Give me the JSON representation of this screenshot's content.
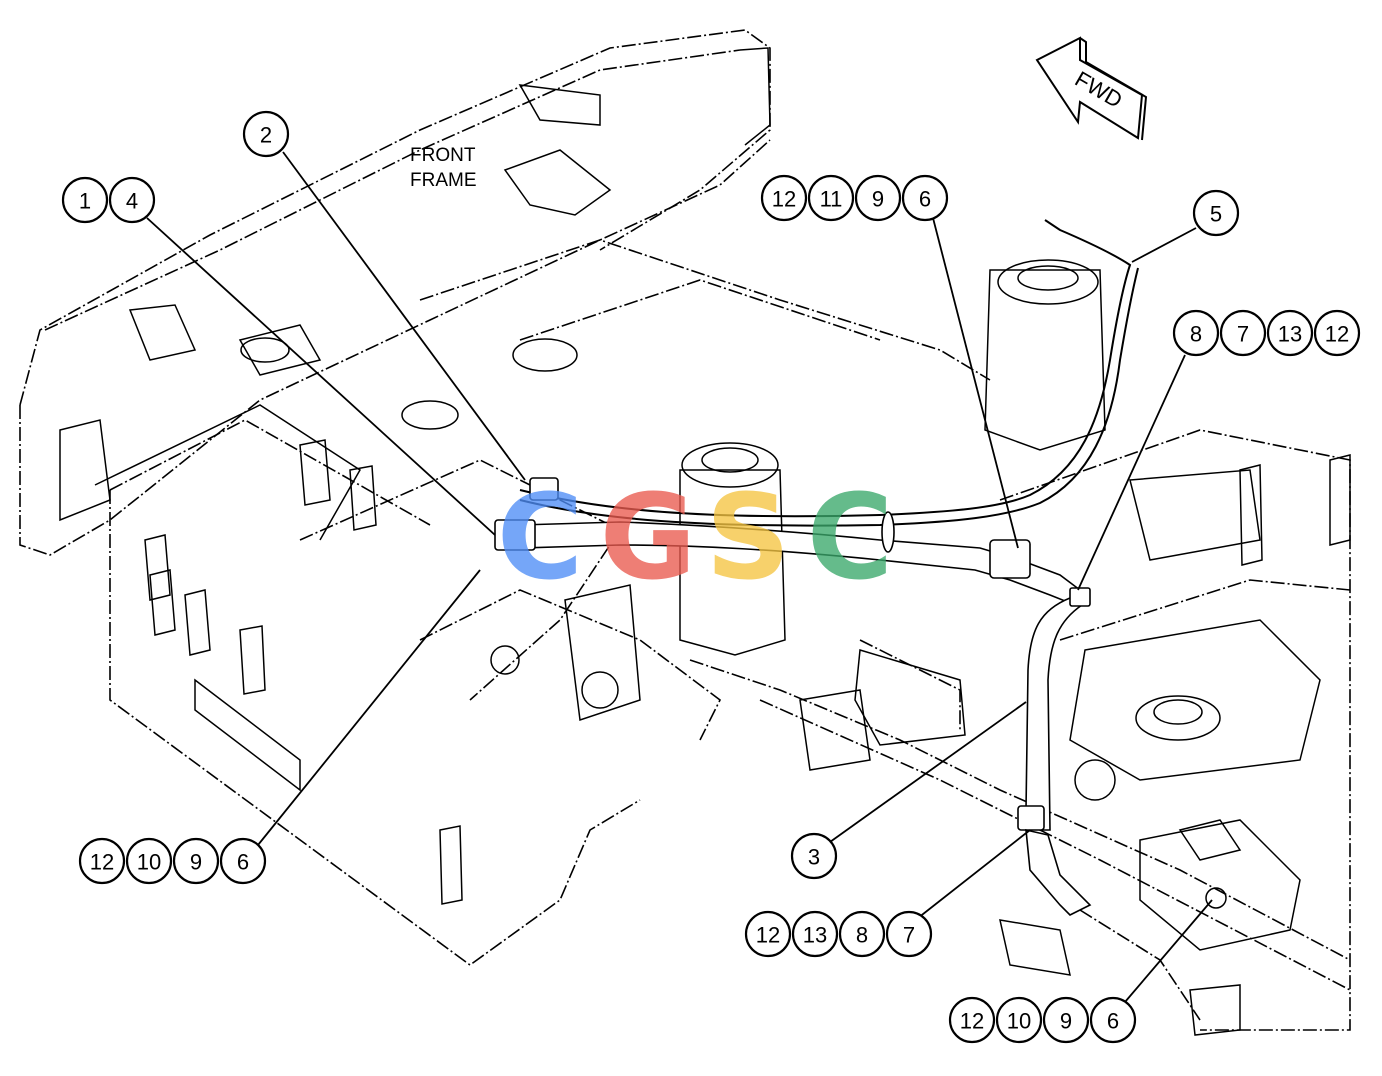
{
  "frame_label": {
    "line1": "FRONT",
    "line2": "FRAME"
  },
  "fwd_label": "FWD",
  "watermark": {
    "letters": [
      "C",
      "G",
      "S",
      "C"
    ],
    "colors": [
      "#4f8ef7",
      "#ea5a4f",
      "#f5c542",
      "#3aa86b"
    ]
  },
  "callouts": [
    {
      "id": "g-1-4",
      "numbers": [
        "1",
        "4"
      ]
    },
    {
      "id": "g-2",
      "numbers": [
        "2"
      ]
    },
    {
      "id": "g-12-11-9-6",
      "numbers": [
        "12",
        "11",
        "9",
        "6"
      ]
    },
    {
      "id": "g-5",
      "numbers": [
        "5"
      ]
    },
    {
      "id": "g-8-7-13-12",
      "numbers": [
        "8",
        "7",
        "13",
        "12"
      ]
    },
    {
      "id": "g-12-10-9-6-left",
      "numbers": [
        "12",
        "10",
        "9",
        "6"
      ]
    },
    {
      "id": "g-3",
      "numbers": [
        "3"
      ]
    },
    {
      "id": "g-12-13-8-7",
      "numbers": [
        "12",
        "13",
        "8",
        "7"
      ]
    },
    {
      "id": "g-12-10-9-6-right",
      "numbers": [
        "12",
        "10",
        "9",
        "6"
      ]
    }
  ]
}
